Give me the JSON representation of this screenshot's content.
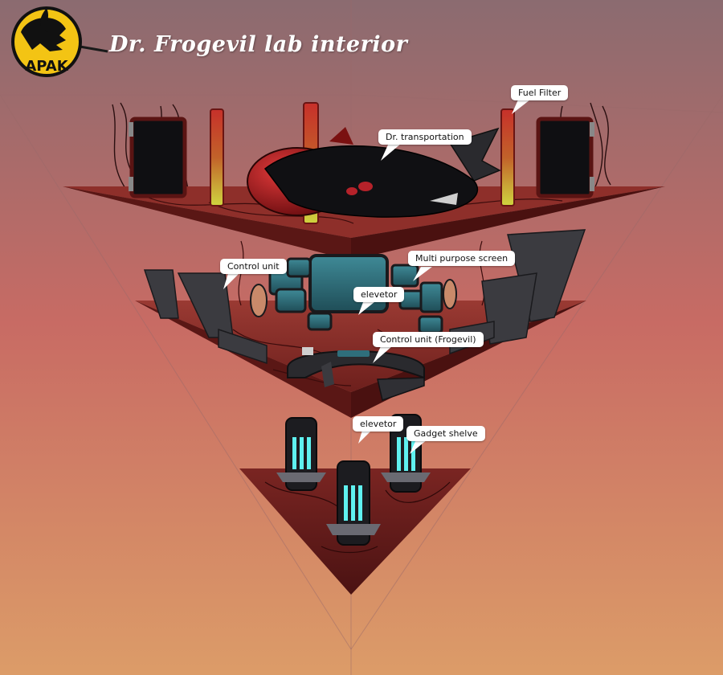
{
  "title": "Dr. Frogevil lab interior",
  "logo": {
    "text": "APAK",
    "name": "apak-logo"
  },
  "colors": {
    "bg_top": "#8c6c70",
    "bg_mid": "#c76d62",
    "bg_bottom": "#d99f6c",
    "floor_top": "#8e2f2a",
    "floor_side": "#5d1716",
    "screen_teal": "#2f6e7b",
    "glow_cyan": "#5ff1f0",
    "tube_red": "#c53028",
    "tube_yellow": "#d3d23d"
  },
  "labels": {
    "fuel_filter": "Fuel Filter",
    "transportation": "Dr. transportation",
    "control_unit": "Control unit",
    "multi_screen": "Multi purpose screen",
    "elevator_1": "elevetor",
    "control_unit_frogevil": "Control unit (Frogevil)",
    "elevator_2": "elevetor",
    "gadget_shelve": "Gadget shelve"
  }
}
